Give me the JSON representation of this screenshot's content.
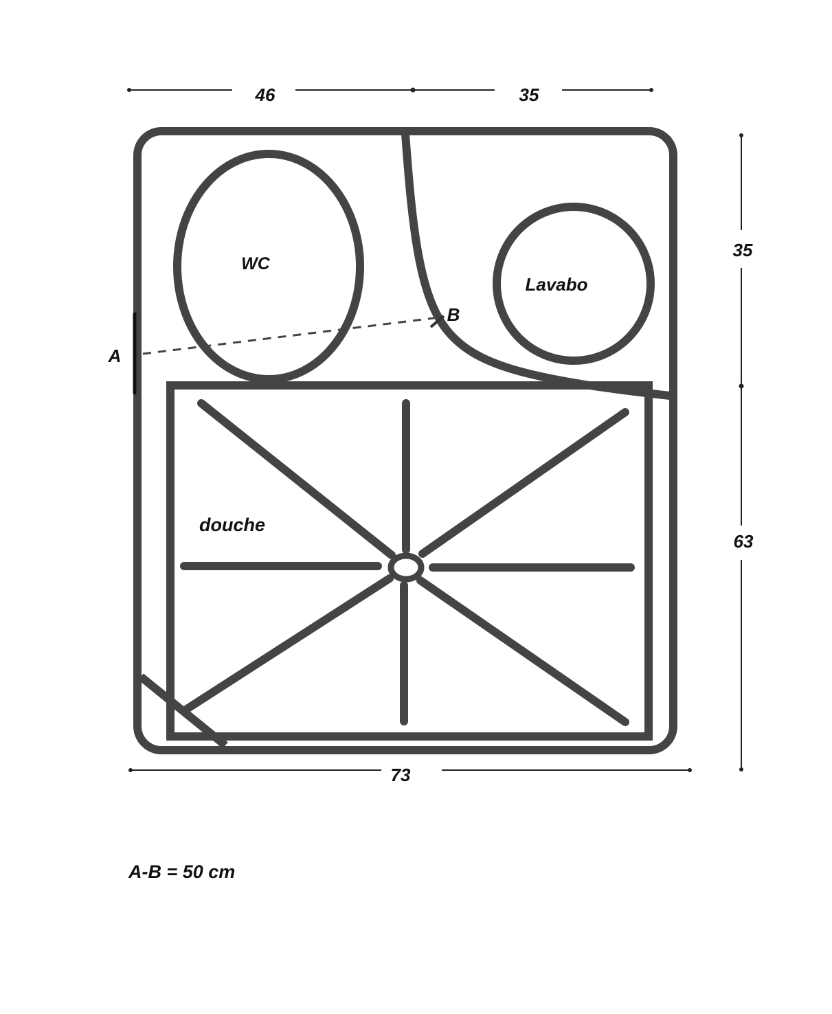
{
  "dimensions": {
    "top_left": "46",
    "top_right": "35",
    "right_top": "35",
    "right_bottom": "63",
    "bottom": "73"
  },
  "labels": {
    "wc": "WC",
    "lavabo": "Lavabo",
    "douche": "douche",
    "point_a": "A",
    "point_b": "B"
  },
  "note": "A-B = 50 cm",
  "colors": {
    "stroke": "#444444"
  }
}
